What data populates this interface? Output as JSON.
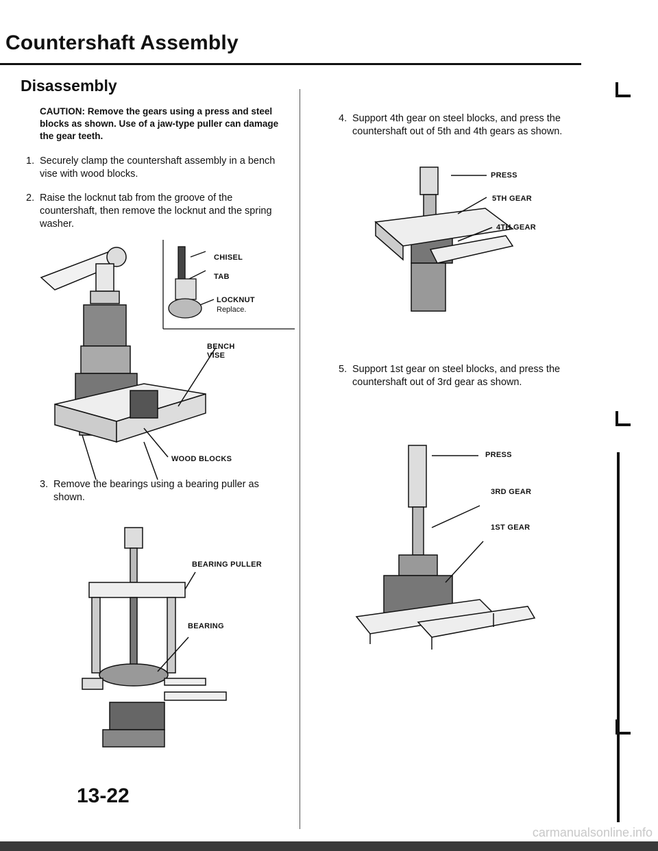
{
  "header": {
    "title": "Countershaft Assembly",
    "section": "Disassembly"
  },
  "caution": "CAUTION: Remove the gears using a press and steel blocks as shown. Use of a jaw-type puller can damage the gear teeth.",
  "steps": [
    {
      "num": "1.",
      "text": "Securely clamp the countershaft assembly in a bench vise with wood blocks."
    },
    {
      "num": "2.",
      "text": "Raise the locknut tab from the groove of the countershaft, then remove the locknut and the spring washer."
    },
    {
      "num": "3.",
      "text": "Remove the bearings using a bearing puller as shown."
    },
    {
      "num": "4.",
      "text": "Support 4th gear on steel blocks, and press the countershaft out of 5th and 4th gears as shown."
    },
    {
      "num": "5.",
      "text": "Support 1st gear on steel blocks, and press the countershaft out of 3rd gear as shown."
    }
  ],
  "figure1": {
    "chisel": "CHISEL",
    "tab": "TAB",
    "locknut": "LOCKNUT",
    "locknut_note": "Replace.",
    "bench_vise_1": "BENCH",
    "bench_vise_2": "VISE",
    "wood_blocks": "WOOD BLOCKS"
  },
  "figure2": {
    "bearing_puller": "BEARING PULLER",
    "bearing": "BEARING"
  },
  "figure3": {
    "press": "PRESS",
    "gear5": "5TH GEAR",
    "gear4": "4TH GEAR"
  },
  "figure4": {
    "press": "PRESS",
    "gear3": "3RD GEAR",
    "gear1": "1ST GEAR"
  },
  "footer": {
    "page_number": "13-22",
    "watermark": "carmanualsonline.info"
  }
}
